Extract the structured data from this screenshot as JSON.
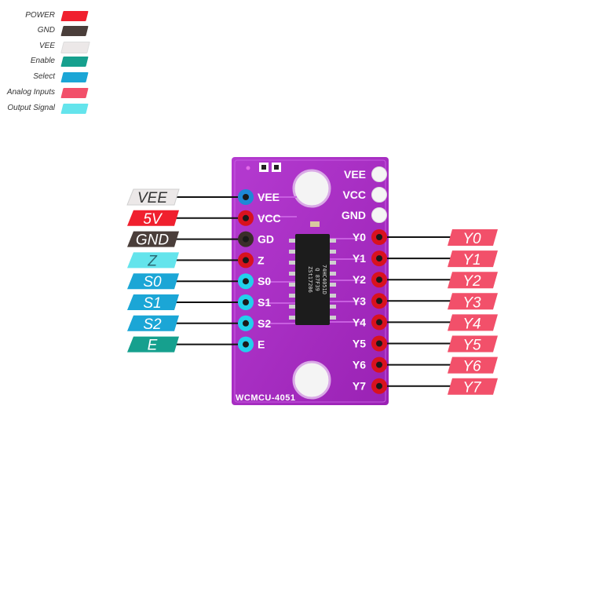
{
  "legend": [
    {
      "label": "POWER",
      "color": "#f0202e"
    },
    {
      "label": "GND",
      "color": "#4a3e3a"
    },
    {
      "label": "VEE",
      "color": "#ece8e8"
    },
    {
      "label": "Enable",
      "color": "#16a08e"
    },
    {
      "label": "Select",
      "color": "#1ba6d6"
    },
    {
      "label": "Analog Inputs",
      "color": "#f2506a"
    },
    {
      "label": "Output Signal",
      "color": "#64e4ec"
    }
  ],
  "left_pins": [
    {
      "tag": "VEE",
      "pcb": "VEE",
      "color": "#ece8e8",
      "text_color": "#333333",
      "hole": "#1e88d6"
    },
    {
      "tag": "5V",
      "pcb": "VCC",
      "color": "#f0202e",
      "text_color": "#ffffff",
      "hole": "#d8121e"
    },
    {
      "tag": "GND",
      "pcb": "GD",
      "color": "#4a3e3a",
      "text_color": "#ffffff",
      "hole": "#3a2e2a"
    },
    {
      "tag": "Z",
      "pcb": "Z",
      "color": "#64e4ec",
      "text_color": "#2b6a75",
      "hole": "#d8121e"
    },
    {
      "tag": "S0",
      "pcb": "S0",
      "color": "#1ba6d6",
      "text_color": "#ffffff",
      "hole": "#22d0ec"
    },
    {
      "tag": "S1",
      "pcb": "S1",
      "color": "#1ba6d6",
      "text_color": "#ffffff",
      "hole": "#22d0ec"
    },
    {
      "tag": "S2",
      "pcb": "S2",
      "color": "#1ba6d6",
      "text_color": "#ffffff",
      "hole": "#22d0ec"
    },
    {
      "tag": "E",
      "pcb": "E",
      "color": "#16a08e",
      "text_color": "#ffffff",
      "hole": "#22d0ec"
    }
  ],
  "right_top_pins": [
    "VEE",
    "VCC",
    "GND"
  ],
  "right_pins": [
    {
      "tag": "Y0",
      "pcb": "Y0"
    },
    {
      "tag": "Y1",
      "pcb": "Y1"
    },
    {
      "tag": "Y2",
      "pcb": "Y2"
    },
    {
      "tag": "Y3",
      "pcb": "Y3"
    },
    {
      "tag": "Y4",
      "pcb": "Y4"
    },
    {
      "tag": "Y5",
      "pcb": "Y5"
    },
    {
      "tag": "Y6",
      "pcb": "Y6"
    },
    {
      "tag": "Y7",
      "pcb": "Y7"
    }
  ],
  "right_tag_color": "#f2506a",
  "right_hole_color": "#d8121e",
  "board_model": "WCMCU-4051",
  "chip_lines": [
    "74HC4051D",
    "Q 87F39",
    "ZSt17206"
  ],
  "board_color": "#a82ec4"
}
